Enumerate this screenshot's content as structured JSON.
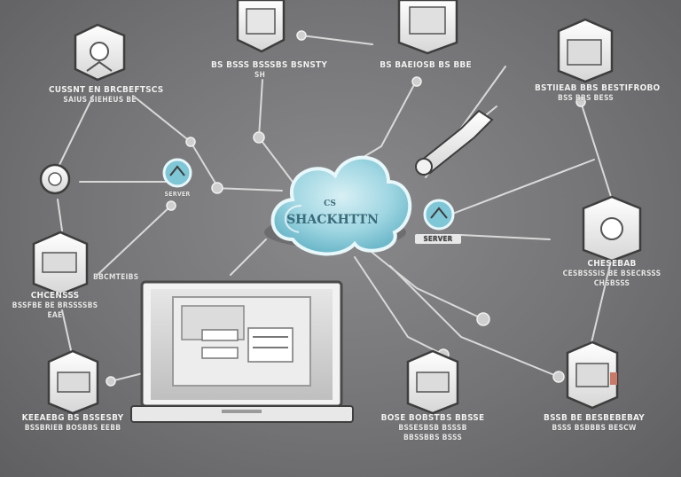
{
  "hub": {
    "text": "SHACKHTTN",
    "small": "CS"
  },
  "nodes": {
    "top_left": {
      "line1": "CUSSNT EN BRCBEFTSCS",
      "line2": "SAIUS SIEHEUS BE"
    },
    "top_center_left": {
      "line1": "BS BSSS BSSSBS BSNSTY",
      "line2": "SH"
    },
    "top_center_right": {
      "line1": "BS BAEIOSB BS BBE",
      "line2": ""
    },
    "top_right": {
      "line1": "BSTIIEAB BBS BESTIFROBO",
      "line2": "BSS BBS BESS"
    },
    "left_small": {
      "line1": "SERVER",
      "line2": ""
    },
    "center_right_badge": {
      "line1": "SERVER",
      "line2": ""
    },
    "left_middle": {
      "line1": "CHCENSSS",
      "line2": "BSSFBE BE BRSSSSBS",
      "line3": "EAE"
    },
    "left_middle_side": {
      "line1": "BBCMTEIBS",
      "line2": ""
    },
    "right_middle": {
      "line1": "CHESEBAB",
      "line2": "CESBSSSIS BE BSECRSSS",
      "line3": "CHSBSSS"
    },
    "bottom_left": {
      "line1": "KEEAEBG BS BSSESBY",
      "line2": "BSSBRIEB BOSBBS EEBB"
    },
    "bottom_center": {
      "line1": "BOSE BOBSTBS BBSSE",
      "line2": "BSSESBSB BSSSB",
      "line3": "BBSSBBS BSSS"
    },
    "bottom_right": {
      "line1": "BSSB BE BESBEBEBAY",
      "line2": "BSSS BSBBBS BESCW"
    }
  },
  "colors": {
    "cloud": "#7fc6d6",
    "cloud_glow": "#bfe6ee",
    "line": "#d9d9d9",
    "device": "#f4f4f4",
    "shadow": "#3e3e40"
  }
}
